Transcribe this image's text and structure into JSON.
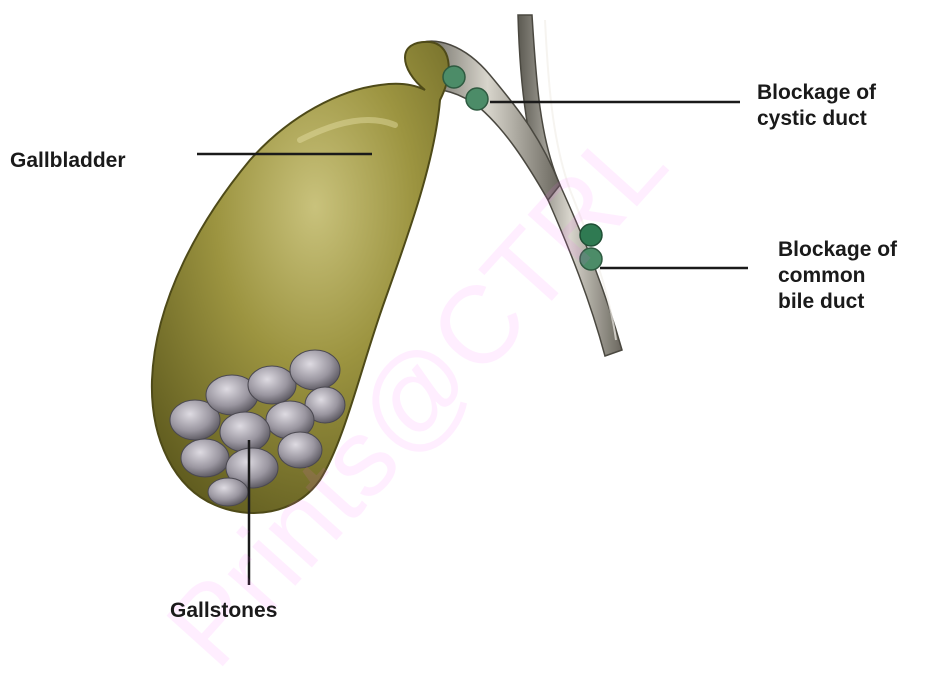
{
  "labels": {
    "gallbladder": "Gallbladder",
    "gallstones": "Gallstones",
    "cystic_duct_blockage": [
      "Blockage of",
      "cystic duct"
    ],
    "common_bile_duct_blockage": [
      "Blockage of",
      "common",
      "bile duct"
    ]
  },
  "watermark": "Prints@CTRL",
  "colors": {
    "gallbladder": "#8a8430",
    "gallbladder_highlight": "#c6c07a",
    "duct": "#9a968c",
    "stone": "#9e9aa4",
    "blockage_marker": "#4c8c68",
    "leader_line": "#1a1a1a",
    "watermark": "#ff66ff"
  }
}
